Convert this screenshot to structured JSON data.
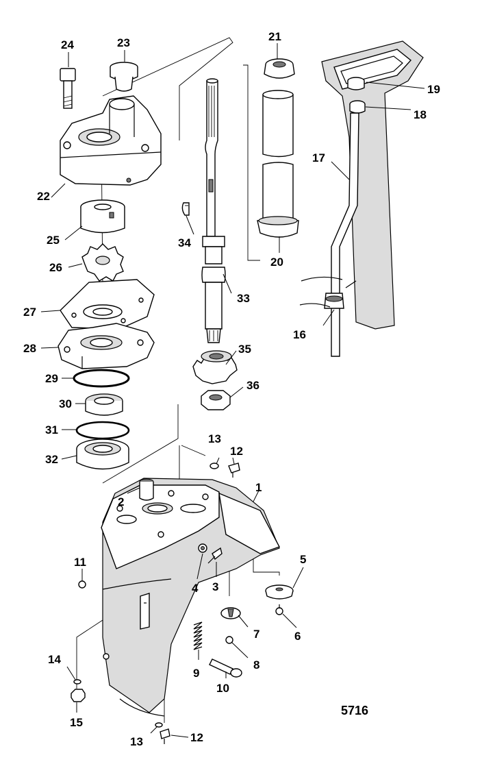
{
  "diagram": {
    "callouts": [
      "1",
      "2",
      "3",
      "4",
      "5",
      "6",
      "7",
      "8",
      "9",
      "10",
      "11",
      "12",
      "12",
      "13",
      "13",
      "14",
      "15",
      "16",
      "17",
      "18",
      "19",
      "20",
      "21",
      "22",
      "23",
      "24",
      "25",
      "26",
      "27",
      "28",
      "29",
      "30",
      "31",
      "32",
      "33",
      "34",
      "35",
      "36"
    ],
    "doc_number": "5716"
  }
}
